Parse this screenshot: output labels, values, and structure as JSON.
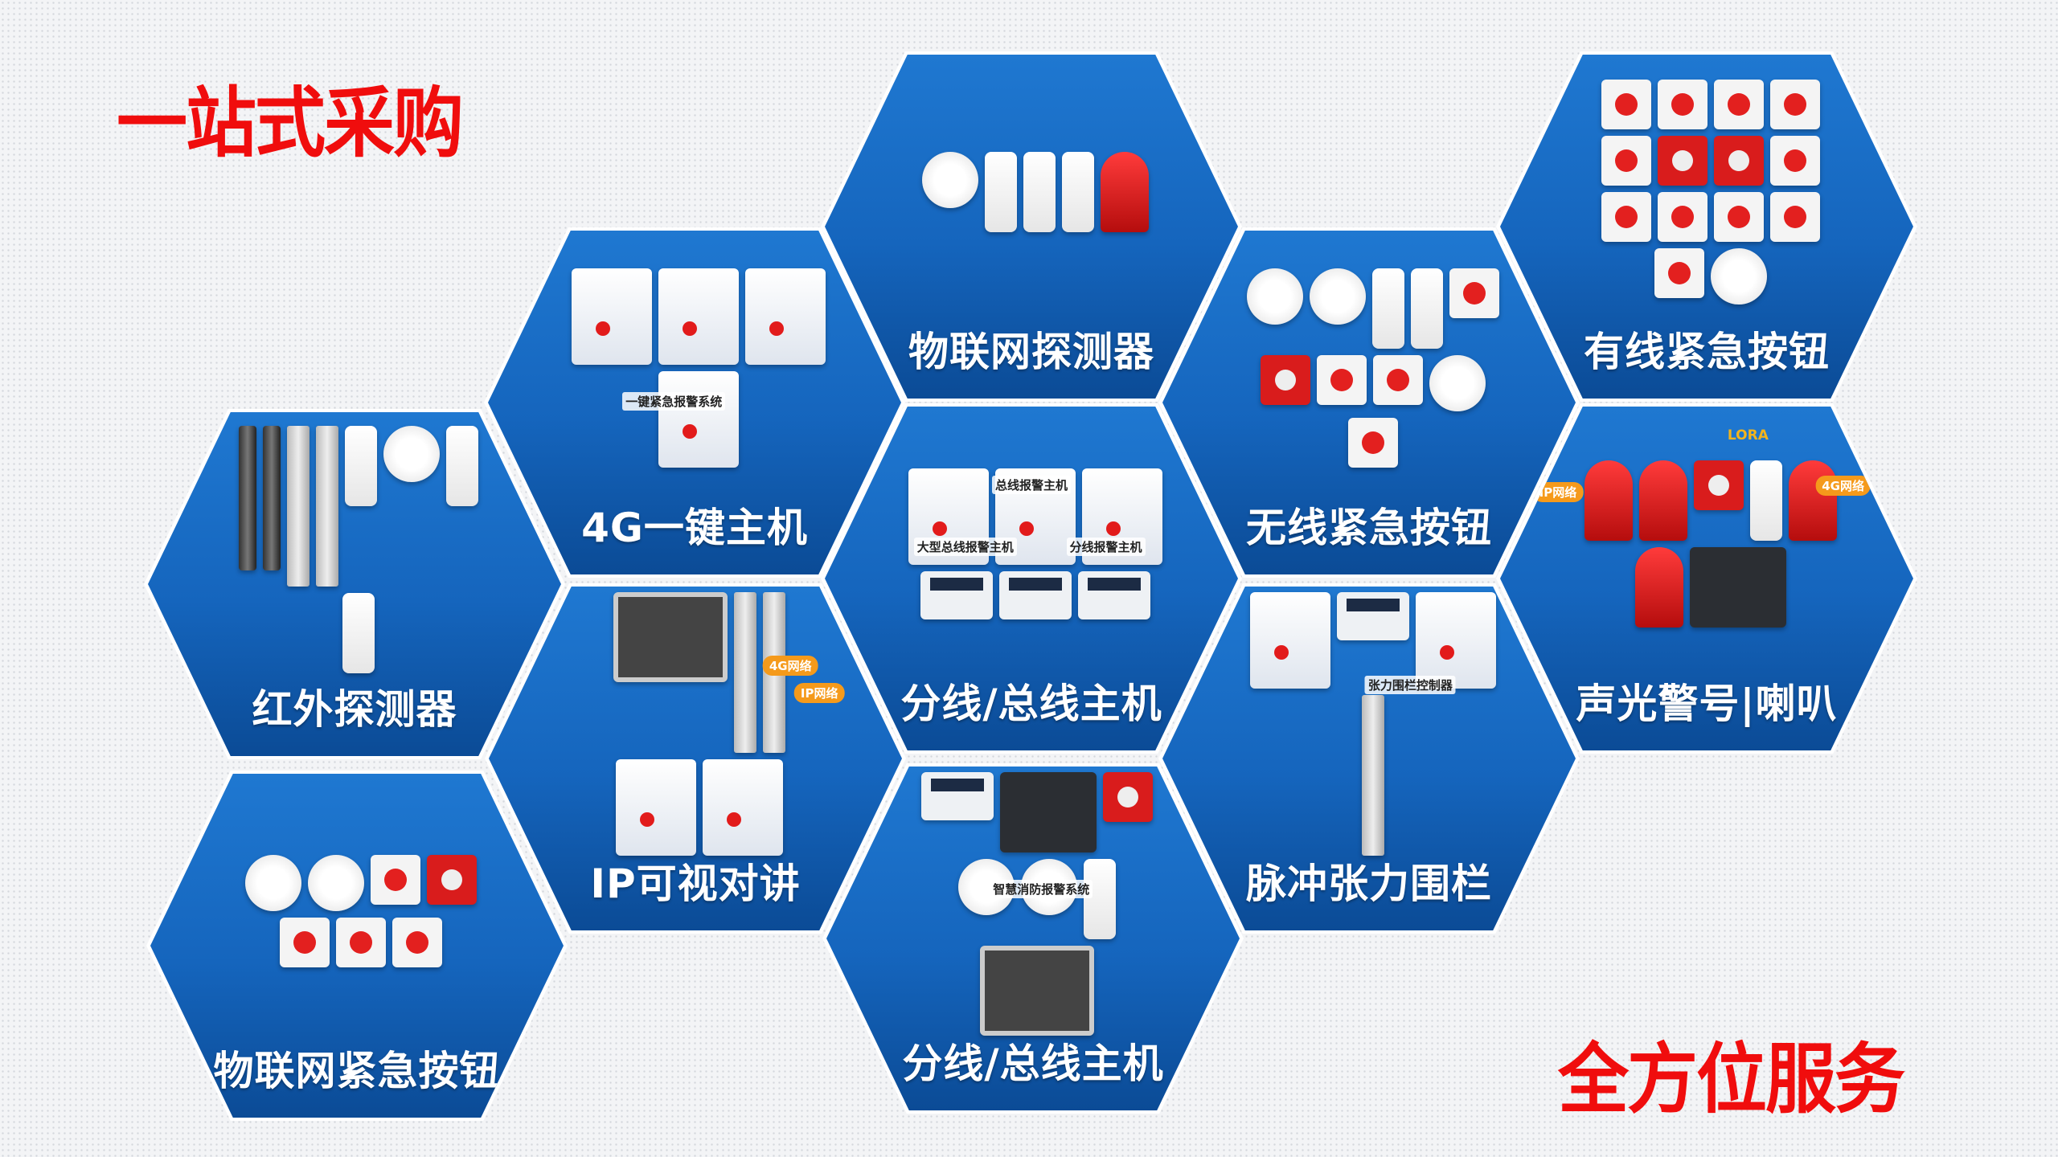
{
  "headline": "一站式采购",
  "footer_slogan": "全方位服务",
  "colors": {
    "headline": "#f00d0d",
    "hex_top": "#1f78d1",
    "hex_bottom": "#0b4b96",
    "label": "#ffffff"
  },
  "hexagons": [
    {
      "id": "iot-detector",
      "label": "物联网探测器",
      "products": [
        "round",
        "detector",
        "detector",
        "detector",
        "siren"
      ],
      "tags": []
    },
    {
      "id": "4g-host",
      "label": "4G一键主机",
      "products": [
        "panel",
        "panel",
        "panel",
        "panel"
      ],
      "tags": [
        {
          "text": "一键紧急报警系统",
          "style": "plain"
        }
      ]
    },
    {
      "id": "infrared",
      "label": "红外探测器",
      "products": [
        "pole",
        "pole",
        "tall",
        "tall",
        "detector",
        "round",
        "detector",
        "detector"
      ],
      "tags": []
    },
    {
      "id": "bus-host",
      "label": "分线/总线主机",
      "products": [
        "panel",
        "panel",
        "panel",
        "keypad",
        "keypad",
        "keypad"
      ],
      "tags": [
        {
          "text": "大型总线报警主机",
          "style": "plain"
        },
        {
          "text": "总线报警主机",
          "style": "plain"
        },
        {
          "text": "分线报警主机",
          "style": "plain"
        }
      ]
    },
    {
      "id": "ip-intercom",
      "label": "IP可视对讲",
      "products": [
        "screen",
        "tall",
        "tall",
        "panel",
        "panel"
      ],
      "tags": [
        {
          "text": "4G网络",
          "style": "cloud"
        },
        {
          "text": "IP网络",
          "style": "cloud"
        }
      ]
    },
    {
      "id": "iot-button",
      "label": "物联网紧急按钮",
      "products": [
        "round",
        "round",
        "button",
        "redbox",
        "button",
        "button",
        "button"
      ],
      "tags": []
    },
    {
      "id": "bus-host-2",
      "label": "分线/总线主机",
      "products": [
        "keypad",
        "dark",
        "redbox",
        "round",
        "round",
        "detector",
        "screen"
      ],
      "tags": [
        {
          "text": "智慧消防报警系统",
          "style": "plain"
        }
      ]
    },
    {
      "id": "wireless-button",
      "label": "无线紧急按钮",
      "products": [
        "round",
        "round",
        "detector",
        "detector",
        "button",
        "redbox",
        "button",
        "button",
        "round",
        "button"
      ],
      "tags": []
    },
    {
      "id": "wired-button",
      "label": "有线紧急按钮",
      "products": [
        "button",
        "button",
        "button",
        "button",
        "button",
        "redbox",
        "redbox",
        "button",
        "button",
        "button",
        "button",
        "button",
        "button",
        "round"
      ],
      "tags": []
    },
    {
      "id": "siren-horn",
      "label": "声光警号|喇叭",
      "products": [
        "siren",
        "siren",
        "redbox",
        "detector",
        "siren",
        "siren",
        "dark"
      ],
      "tags": [
        {
          "text": "LORA",
          "style": "lora"
        },
        {
          "text": "IP网络",
          "style": "cloud"
        },
        {
          "text": "4G网络",
          "style": "cloud"
        }
      ]
    },
    {
      "id": "pulse-fence",
      "label": "脉冲张力围栏",
      "products": [
        "panel",
        "keypad",
        "panel",
        "tall"
      ],
      "tags": [
        {
          "text": "张力围栏控制器",
          "style": "plain"
        }
      ]
    }
  ]
}
